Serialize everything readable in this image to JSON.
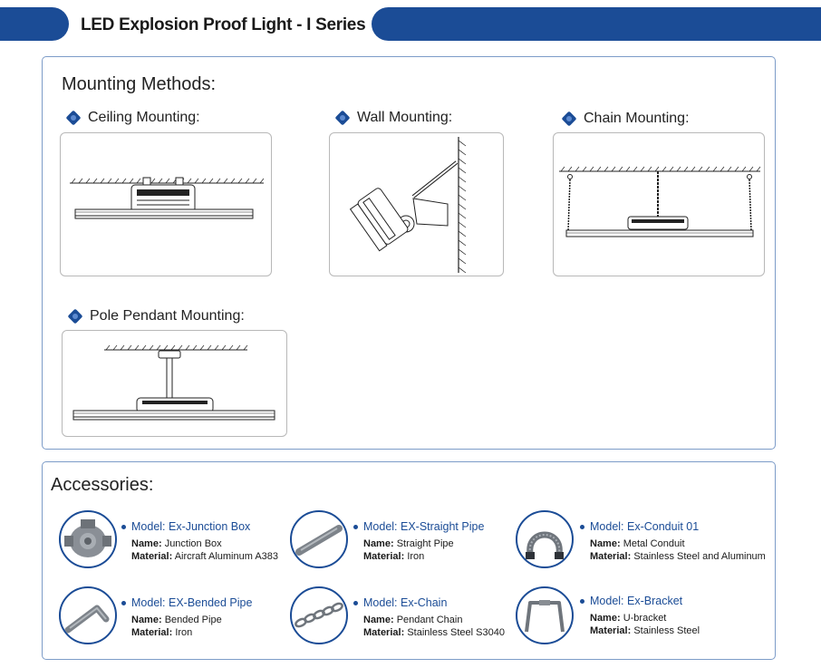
{
  "header": {
    "title": "LED Explosion Proof Light - I Series",
    "accent": "#1b4c96"
  },
  "mounting": {
    "title": "Mounting Methods:",
    "items": [
      {
        "label": "Ceiling Mounting:"
      },
      {
        "label": "Wall Mounting:"
      },
      {
        "label": "Chain Mounting:"
      },
      {
        "label": "Pole Pendant Mounting:"
      }
    ]
  },
  "accessories": {
    "title": "Accessories:",
    "name_key": "Name:",
    "material_key": "Material:",
    "items": [
      {
        "model": "Model: Ex-Junction Box",
        "name": "Junction Box",
        "material": "Aircraft Aluminum A383",
        "icon": "junction-box-icon"
      },
      {
        "model": "Model: EX-Straight Pipe",
        "name": "Straight Pipe",
        "material": "Iron",
        "icon": "straight-pipe-icon"
      },
      {
        "model": "Model: Ex-Conduit 01",
        "name": "Metal Conduit",
        "material": "Stainless Steel and Aluminum",
        "icon": "metal-conduit-icon"
      },
      {
        "model": "Model: EX-Bended Pipe",
        "name": "Bended Pipe",
        "material": "Iron",
        "icon": "bended-pipe-icon"
      },
      {
        "model": "Model: Ex-Chain",
        "name": "Pendant Chain",
        "material": "Stainless Steel S3040",
        "icon": "pendant-chain-icon"
      },
      {
        "model": "Model: Ex-Bracket",
        "name": "U-bracket",
        "material": "Stainless Steel",
        "icon": "u-bracket-icon"
      }
    ]
  }
}
